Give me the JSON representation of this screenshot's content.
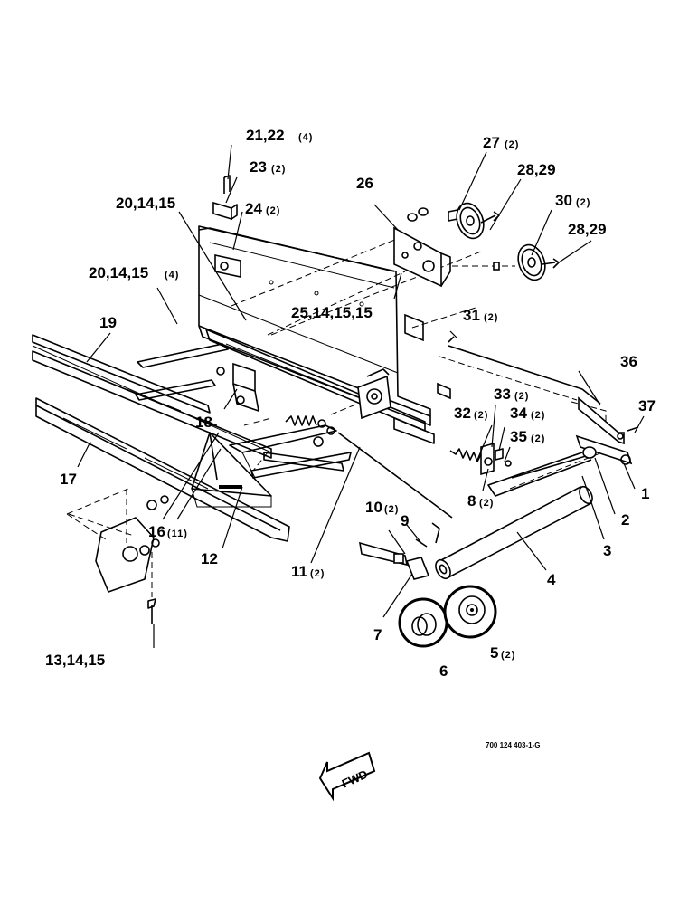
{
  "callouts": [
    {
      "id": "c1",
      "label": "1",
      "qty": ""
    },
    {
      "id": "c2",
      "label": "2",
      "qty": ""
    },
    {
      "id": "c3",
      "label": "3",
      "qty": ""
    },
    {
      "id": "c4",
      "label": "4",
      "qty": ""
    },
    {
      "id": "c5",
      "label": "5",
      "qty": "(2)"
    },
    {
      "id": "c6",
      "label": "6",
      "qty": ""
    },
    {
      "id": "c7",
      "label": "7",
      "qty": ""
    },
    {
      "id": "c8",
      "label": "8",
      "qty": "(2)"
    },
    {
      "id": "c9",
      "label": "9",
      "qty": ""
    },
    {
      "id": "c10",
      "label": "10",
      "qty": "(2)"
    },
    {
      "id": "c11",
      "label": "11",
      "qty": "(2)"
    },
    {
      "id": "c12",
      "label": "12",
      "qty": ""
    },
    {
      "id": "c13",
      "label": "13,14,15",
      "qty": ""
    },
    {
      "id": "c16",
      "label": "16",
      "qty": "(11)"
    },
    {
      "id": "c17",
      "label": "17",
      "qty": ""
    },
    {
      "id": "c18",
      "label": "18",
      "qty": ""
    },
    {
      "id": "c19",
      "label": "19",
      "qty": ""
    },
    {
      "id": "c20a",
      "label": "20,14,15",
      "qty": ""
    },
    {
      "id": "c20b",
      "label": "20,14,15",
      "qty": "(4)"
    },
    {
      "id": "c21",
      "label": "21,22",
      "qty": "(4)"
    },
    {
      "id": "c23",
      "label": "23",
      "qty": "(2)"
    },
    {
      "id": "c24",
      "label": "24",
      "qty": "(2)"
    },
    {
      "id": "c25",
      "label": "25,14,15,15",
      "qty": ""
    },
    {
      "id": "c26",
      "label": "26",
      "qty": ""
    },
    {
      "id": "c27",
      "label": "27",
      "qty": "(2)"
    },
    {
      "id": "c28a",
      "label": "28,29",
      "qty": ""
    },
    {
      "id": "c28b",
      "label": "28,29",
      "qty": ""
    },
    {
      "id": "c30",
      "label": "30",
      "qty": "(2)"
    },
    {
      "id": "c31",
      "label": "31",
      "qty": "(2)"
    },
    {
      "id": "c32",
      "label": "32",
      "qty": "(2)"
    },
    {
      "id": "c33",
      "label": "33",
      "qty": "(2)"
    },
    {
      "id": "c34",
      "label": "34",
      "qty": "(2)"
    },
    {
      "id": "c35",
      "label": "35",
      "qty": "(2)"
    },
    {
      "id": "c36",
      "label": "36",
      "qty": ""
    },
    {
      "id": "c37",
      "label": "37",
      "qty": ""
    }
  ],
  "figure_ref": "700 124 403-1-G",
  "fwd_label": "FWD"
}
